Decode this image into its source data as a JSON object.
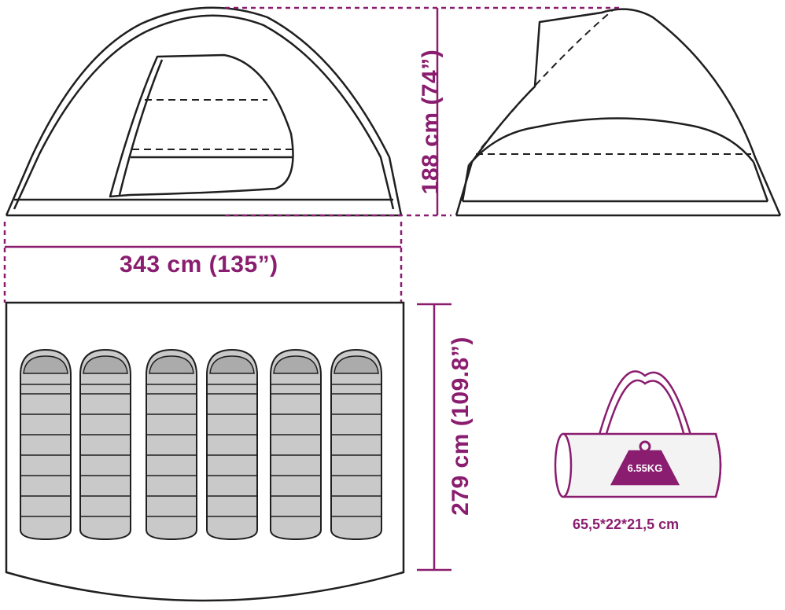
{
  "colors": {
    "accent": "#8a1d6f",
    "outline": "#1f1f1f",
    "bag_fill": "#f3f3f3",
    "sleeping_bag_fill": "#c9c9c9"
  },
  "dimensions": {
    "width_label": "343 cm (135”)",
    "height_label": "188 cm (74”)",
    "depth_label": "279 cm (109.8”)",
    "bag_size_label": "65,5*22*21,5 cm",
    "weight_label": "6.55KG"
  },
  "icons": {
    "weight": "weight-icon",
    "bag": "carry-bag-icon",
    "sleeping_bag": "sleeping-bag-icon"
  },
  "sleeping_bags_count": 6
}
